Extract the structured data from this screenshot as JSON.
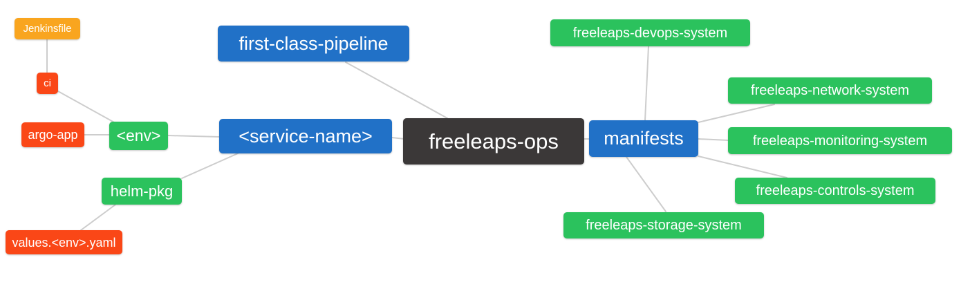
{
  "palette": {
    "primary_blue": "#2171c7",
    "secondary_green": "#2bc25d",
    "leaf_red": "#fa4717",
    "leaf_amber": "#f9a51f",
    "root_dark": "#3b3838",
    "connector_gray": "#cdcdcd",
    "node_text": "#ffffff",
    "background": "#ffffff"
  },
  "mindmap": {
    "nodes": {
      "freeleaps_ops": {
        "label": "freeleaps-ops",
        "color": "dark"
      },
      "first_class_pipeline": {
        "label": "first-class-pipeline",
        "color": "blue"
      },
      "service_name": {
        "label": "<service-name>",
        "color": "blue"
      },
      "manifests": {
        "label": "manifests",
        "color": "blue"
      },
      "env": {
        "label": "<env>",
        "color": "green"
      },
      "helm_pkg": {
        "label": "helm-pkg",
        "color": "green"
      },
      "ci": {
        "label": "ci",
        "color": "red"
      },
      "argo_app": {
        "label": "argo-app",
        "color": "red"
      },
      "jenkinsfile": {
        "label": "Jenkinsfile",
        "color": "amber"
      },
      "values_env_yaml": {
        "label": "values.<env>.yaml",
        "color": "red"
      },
      "devops_system": {
        "label": "freeleaps-devops-system",
        "color": "green"
      },
      "network_system": {
        "label": "freeleaps-network-system",
        "color": "green"
      },
      "monitoring_system": {
        "label": "freeleaps-monitoring-system",
        "color": "green"
      },
      "controls_system": {
        "label": "freeleaps-controls-system",
        "color": "green"
      },
      "storage_system": {
        "label": "freeleaps-storage-system",
        "color": "green"
      }
    },
    "edges": [
      {
        "from": "jenkinsfile",
        "to": "ci"
      },
      {
        "from": "ci",
        "to": "env"
      },
      {
        "from": "argo_app",
        "to": "env"
      },
      {
        "from": "env",
        "to": "service_name"
      },
      {
        "from": "helm_pkg",
        "to": "service_name"
      },
      {
        "from": "values_env_yaml",
        "to": "helm_pkg"
      },
      {
        "from": "first_class_pipeline",
        "to": "freeleaps_ops"
      },
      {
        "from": "service_name",
        "to": "freeleaps_ops"
      },
      {
        "from": "freeleaps_ops",
        "to": "manifests"
      },
      {
        "from": "manifests",
        "to": "devops_system"
      },
      {
        "from": "manifests",
        "to": "network_system"
      },
      {
        "from": "manifests",
        "to": "monitoring_system"
      },
      {
        "from": "manifests",
        "to": "controls_system"
      },
      {
        "from": "manifests",
        "to": "storage_system"
      }
    ]
  }
}
